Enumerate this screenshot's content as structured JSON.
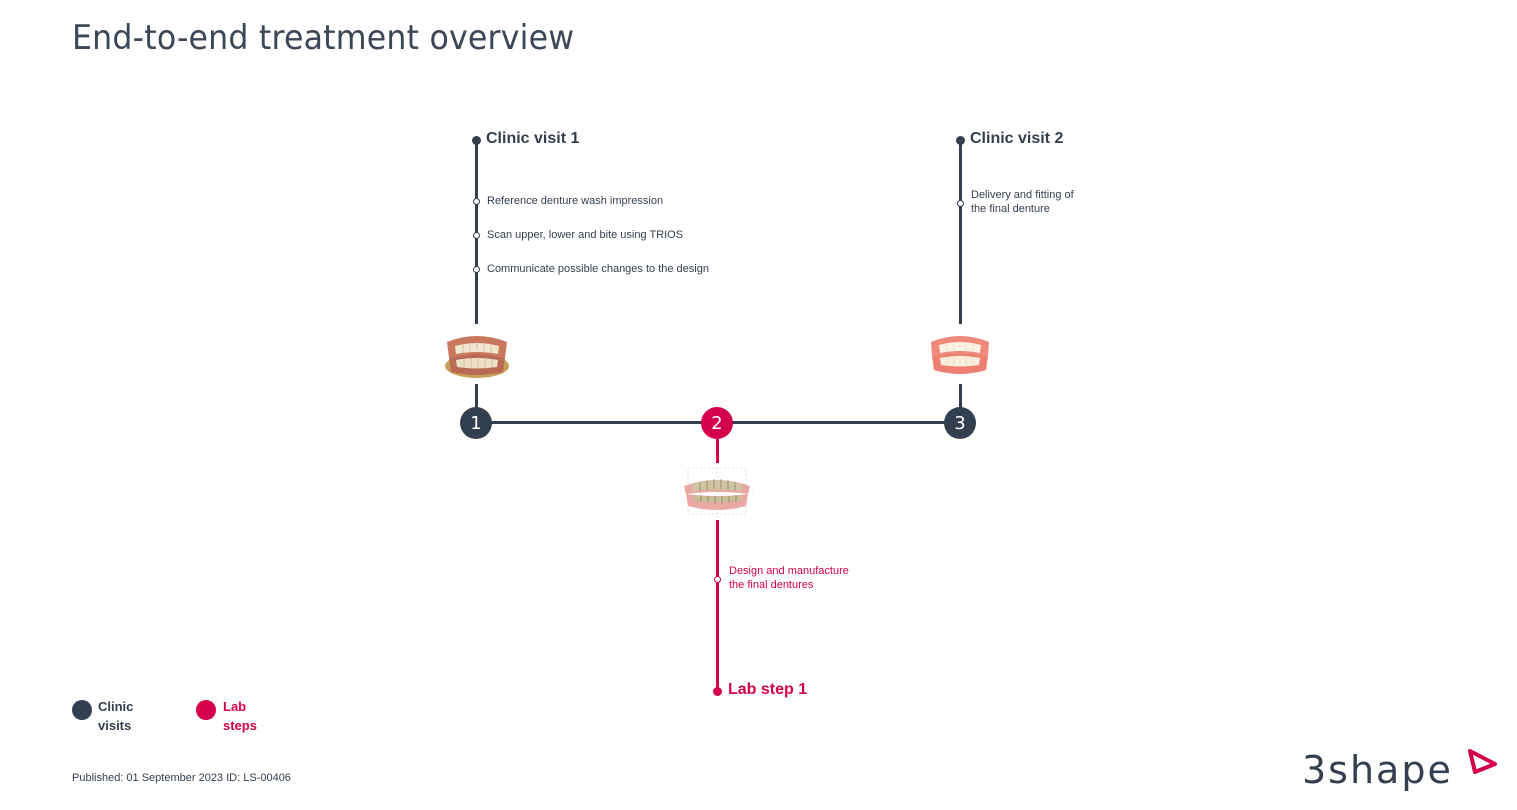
{
  "title": "End-to-end treatment overview",
  "clinic_visit_1": {
    "label": "Clinic visit 1",
    "steps": [
      "Reference denture wash impression",
      "Scan upper, lower and bite using TRIOS",
      "Communicate possible changes to the design"
    ],
    "image": "denture-wash-impression-image"
  },
  "clinic_visit_2": {
    "label": "Clinic visit 2",
    "steps": [
      "Delivery and fitting of",
      "the final denture"
    ],
    "image": "final-denture-image"
  },
  "lab_step_1": {
    "label": "Lab step 1",
    "steps": [
      "Design and manufacture",
      "the final dentures"
    ],
    "image": "digital-denture-design-image"
  },
  "nodes": [
    "1",
    "2",
    "3"
  ],
  "legend": {
    "clinic": [
      "Clinic",
      "visits"
    ],
    "lab": [
      "Lab",
      "steps"
    ]
  },
  "footer": "Published: 01 September 2023 ID: LS-00406",
  "logo": "3shape",
  "colors": {
    "clinic": "#333f4f",
    "lab": "#d4004c"
  }
}
